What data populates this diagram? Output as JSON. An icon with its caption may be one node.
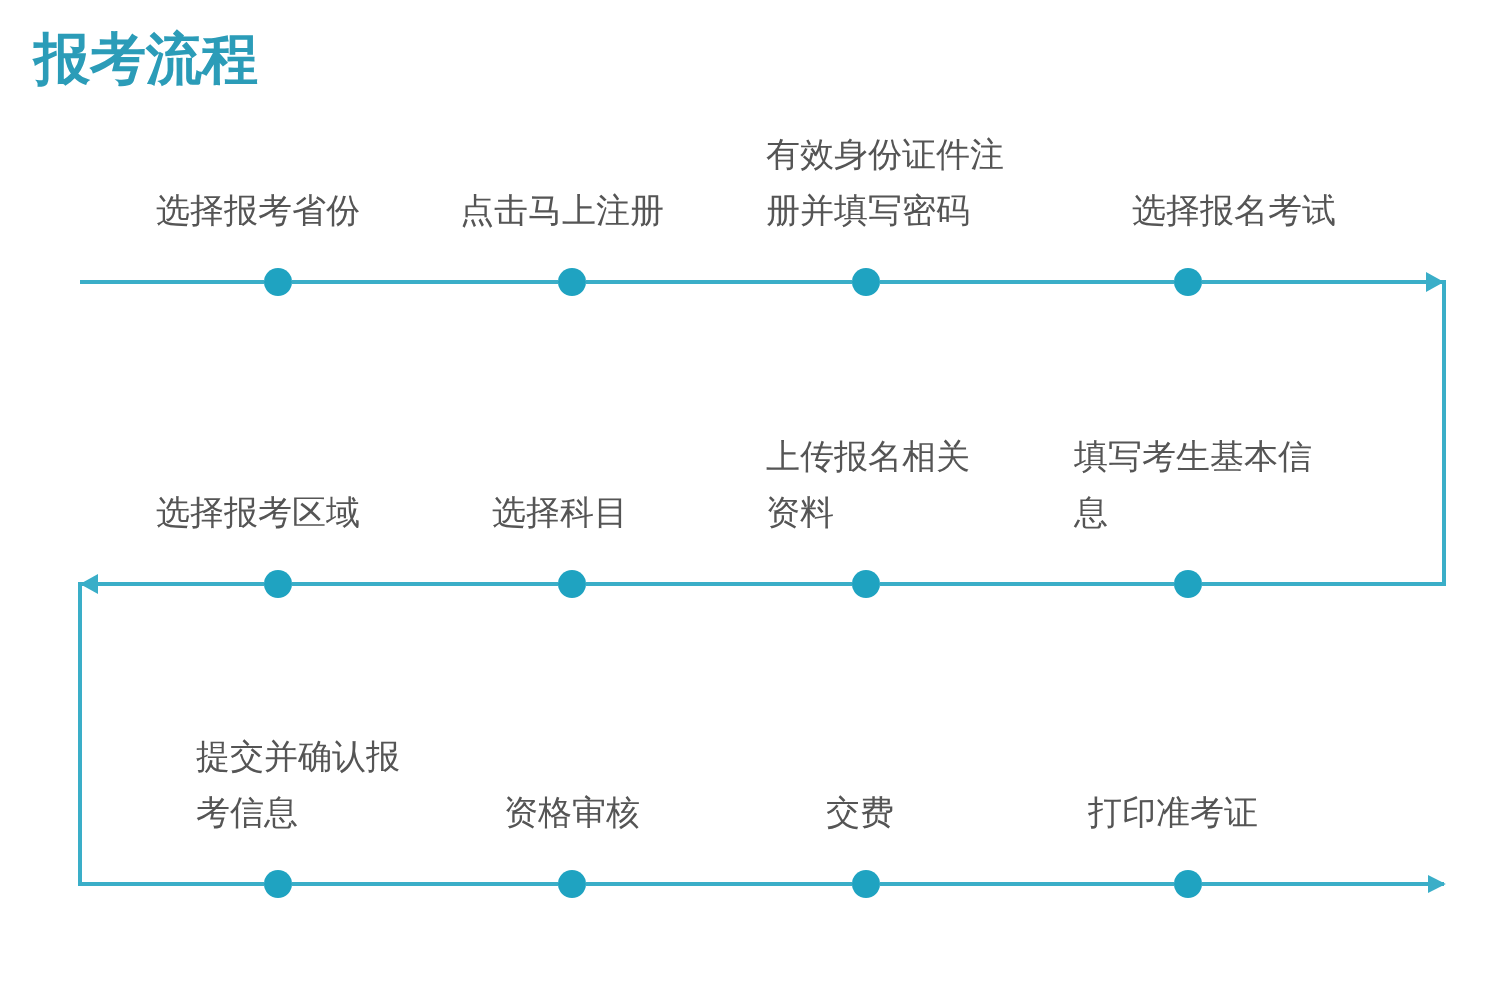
{
  "diagram": {
    "title": "报考流程",
    "nodes": [
      {
        "text": [],
        "shape": "circle",
        "beside": [
          "选择报考省份"
        ]
      },
      {
        "text": [],
        "shape": "circle",
        "beside": [
          "点击马上注册"
        ]
      },
      {
        "text": [],
        "shape": "circle",
        "beside": [
          "有效身份证件注册并填写密码"
        ]
      },
      {
        "text": [],
        "shape": "circle",
        "beside": [
          "选择报名考试"
        ]
      },
      {
        "text": [],
        "shape": "circle",
        "beside": [
          "填写考生基本信息"
        ]
      },
      {
        "text": [],
        "shape": "circle",
        "beside": [
          "上传报名相关资料"
        ]
      },
      {
        "text": [],
        "shape": "circle",
        "beside": [
          "选择科目"
        ]
      },
      {
        "text": [],
        "shape": "circle",
        "beside": [
          "选择报考区域"
        ]
      },
      {
        "text": [],
        "shape": "circle",
        "beside": [
          "提交并确认报考信息"
        ]
      },
      {
        "text": [],
        "shape": "circle",
        "beside": [
          "资格审核"
        ]
      },
      {
        "text": [],
        "shape": "circle",
        "beside": [
          "交费"
        ]
      },
      {
        "text": [],
        "shape": "circle",
        "beside": [
          "打印准考证"
        ]
      }
    ],
    "edges": [
      {
        "from": null,
        "to": 0,
        "arrow": "none"
      },
      {
        "from": 0,
        "to": 1,
        "arrow": "none"
      },
      {
        "from": 1,
        "to": 2,
        "arrow": "none"
      },
      {
        "from": 2,
        "to": 3,
        "arrow": "none"
      },
      {
        "from": 3,
        "to": 4,
        "arrow": "to"
      },
      {
        "from": 4,
        "to": 5,
        "arrow": "none"
      },
      {
        "from": 5,
        "to": 6,
        "arrow": "none"
      },
      {
        "from": 6,
        "to": 7,
        "arrow": "none"
      },
      {
        "from": 7,
        "to": 8,
        "arrow": "to"
      },
      {
        "from": 8,
        "to": 9,
        "arrow": "none"
      },
      {
        "from": 9,
        "to": 10,
        "arrow": "none"
      },
      {
        "from": 10,
        "to": 11,
        "arrow": "none"
      },
      {
        "from": 11,
        "to": null,
        "arrow": "to"
      }
    ]
  }
}
